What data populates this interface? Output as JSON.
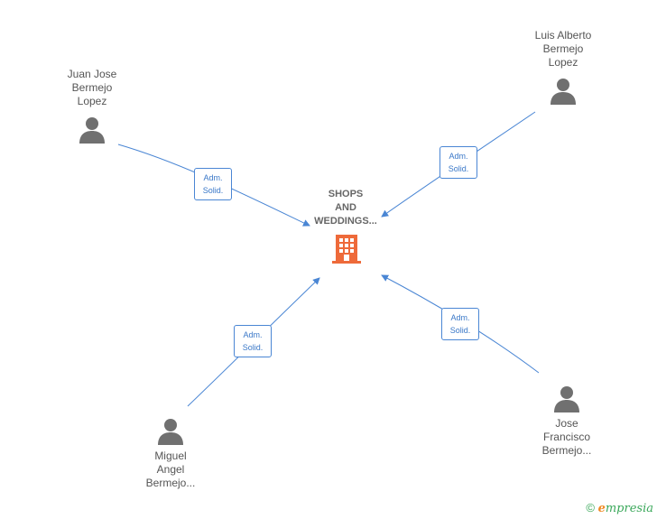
{
  "company": {
    "name_line1": "SHOPS",
    "name_line2": "AND",
    "name_line3": "WEDDINGS...",
    "icon": "building-icon",
    "icon_color": "#ee6a3a"
  },
  "people": [
    {
      "id": "juan",
      "line1": "Juan Jose",
      "line2": "Bermejo",
      "line3": "Lopez"
    },
    {
      "id": "luis",
      "line1": "Luis Alberto",
      "line2": "Bermejo",
      "line3": "Lopez"
    },
    {
      "id": "miguel",
      "line1": "Miguel",
      "line2": "Angel",
      "line3": "Bermejo..."
    },
    {
      "id": "jose",
      "line1": "Jose",
      "line2": "Francisco",
      "line3": "Bermejo..."
    }
  ],
  "roles": [
    {
      "line1": "Adm.",
      "line2": "Solid."
    },
    {
      "line1": "Adm.",
      "line2": "Solid."
    },
    {
      "line1": "Adm.",
      "line2": "Solid."
    },
    {
      "line1": "Adm.",
      "line2": "Solid."
    }
  ],
  "footer": {
    "copyright": "©",
    "brand_e": "e",
    "brand_rest": "mpresia"
  },
  "colors": {
    "edge": "#4a86d4",
    "person_icon": "#707070",
    "text": "#555555"
  }
}
